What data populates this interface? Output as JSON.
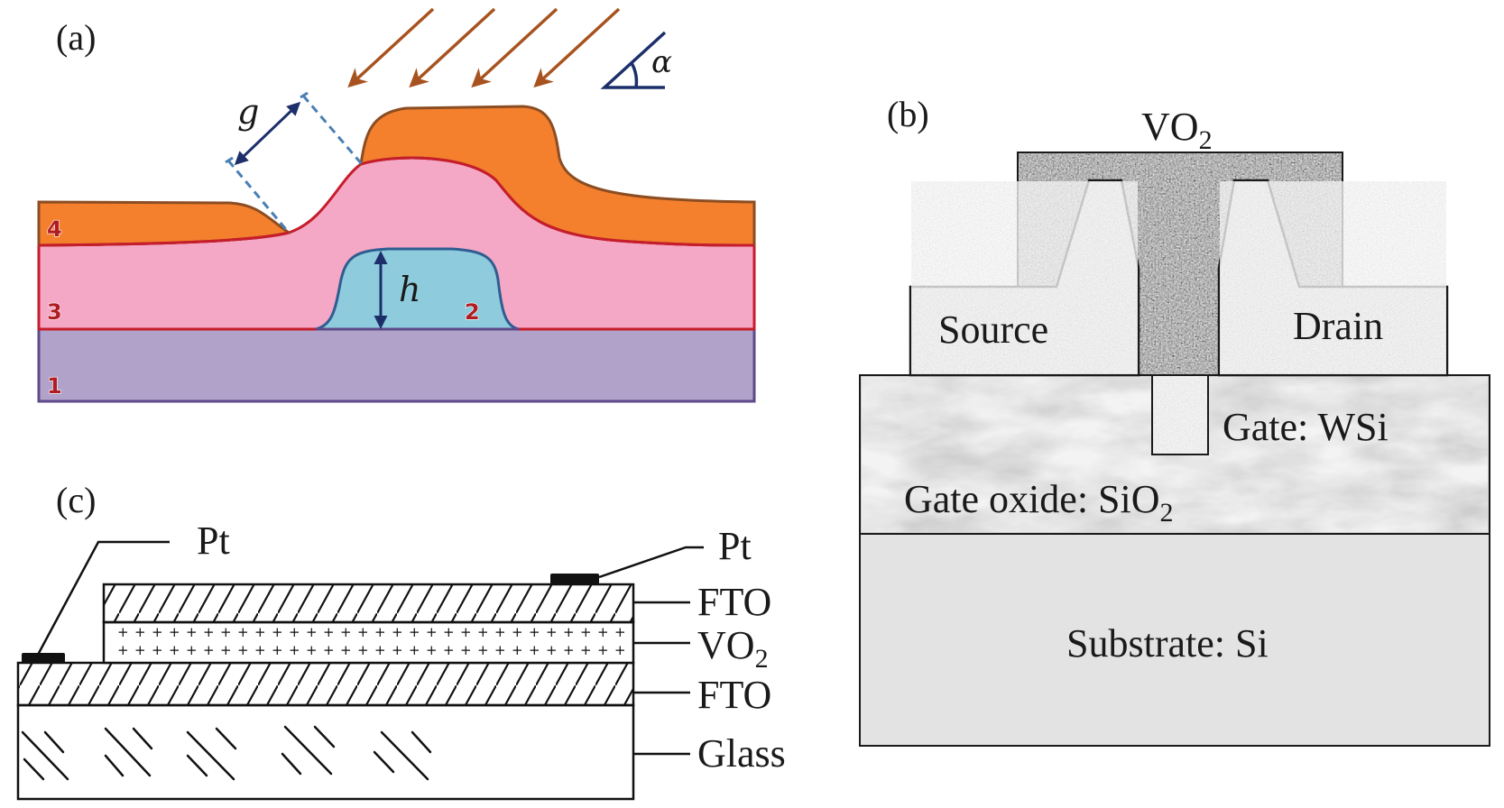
{
  "figure": {
    "panels": {
      "a": {
        "label": "(a)",
        "symbols": {
          "gap": "g",
          "height": "h",
          "angle": "α"
        },
        "layers": [
          {
            "id": "1",
            "role": "substrate",
            "fill": "#b0a2c8",
            "stroke": "#5e4a8a"
          },
          {
            "id": "2",
            "role": "feature",
            "fill": "#8ecbdc",
            "stroke": "#2f5d91"
          },
          {
            "id": "3",
            "role": "conformal-layer",
            "fill": "#f5a8c6",
            "stroke": "#c61d2c"
          },
          {
            "id": "4",
            "role": "deposited-layer",
            "fill": "#f47f2c",
            "stroke": "#8b4d23"
          }
        ],
        "flux_arrow_count": 4,
        "colors": {
          "flux_arrow": "#a8531f",
          "dimension": "#1d2f6b",
          "dashed_guide": "#4a7fb5"
        }
      },
      "b": {
        "label": "(b)",
        "title": "VO",
        "title_sub": "2",
        "labels": {
          "source": "Source",
          "drain": "Drain",
          "gate": "Gate: WSi",
          "gate_oxide": "Gate oxide: SiO",
          "gate_oxide_sub": "2",
          "substrate": "Substrate: Si"
        },
        "colors": {
          "vo2": "#7c7c7c",
          "electrode": "#dcdcdc",
          "oxide": "#d2d2d2",
          "substrate": "#e3e3e3"
        }
      },
      "c": {
        "label": "(c)",
        "labels": {
          "pt_left": "Pt",
          "pt_right": "Pt",
          "fto_top": "FTO",
          "vo2": "VO",
          "vo2_sub": "2",
          "fto_bottom": "FTO",
          "glass": "Glass"
        }
      }
    }
  }
}
